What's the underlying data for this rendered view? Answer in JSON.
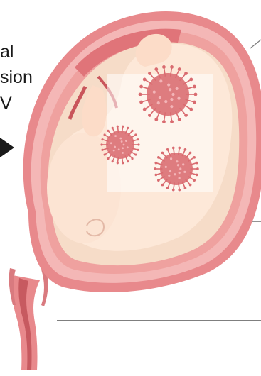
{
  "labels": {
    "line1": "al",
    "line2": "sion",
    "line3": "V"
  },
  "colors": {
    "uterus_outer": "#e8898c",
    "uterus_wall": "#f4b7b6",
    "uterus_inner": "#efa19f",
    "sac": "#f6dcc8",
    "fetus": "#fde8d8",
    "virus": "#d96b70",
    "leader_line": "#7a7a7a"
  },
  "icons": [
    "arrow-right-icon",
    "virus-icon"
  ]
}
